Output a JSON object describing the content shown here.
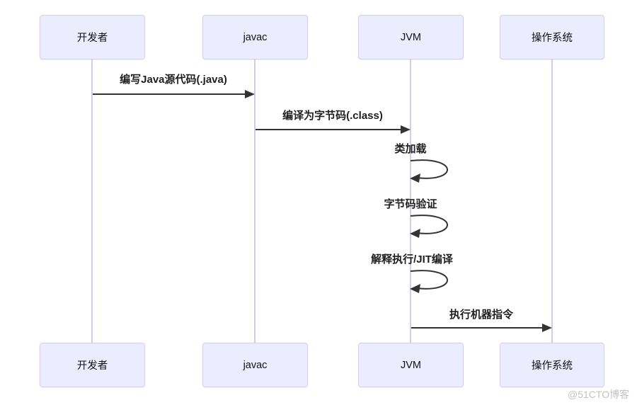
{
  "diagram": {
    "type": "sequence-diagram",
    "participants": [
      {
        "id": "developer",
        "name": "开发者"
      },
      {
        "id": "javac",
        "name": "javac"
      },
      {
        "id": "jvm",
        "name": "JVM"
      },
      {
        "id": "os",
        "name": "操作系统"
      }
    ],
    "messages": [
      {
        "from": "开发者",
        "to": "javac",
        "label": "编写Java源代码(.java)",
        "self": false
      },
      {
        "from": "javac",
        "to": "JVM",
        "label": "编译为字节码(.class)",
        "self": false
      },
      {
        "from": "JVM",
        "to": "JVM",
        "label": "类加载",
        "self": true
      },
      {
        "from": "JVM",
        "to": "JVM",
        "label": "字节码验证",
        "self": true
      },
      {
        "from": "JVM",
        "to": "JVM",
        "label": "解释执行/JIT编译",
        "self": true
      },
      {
        "from": "JVM",
        "to": "操作系统",
        "label": "执行机器指令",
        "self": false
      }
    ],
    "colors": {
      "actor_fill": "#ECECFF",
      "actor_border": "#D5CCEE",
      "lifeline": "#D4CCEC",
      "arrow": "#333333",
      "label_text": "#1f1f1f",
      "watermark_text": "#c2c2c2",
      "background": "#ffffff"
    },
    "watermark": "@51CTO博客"
  }
}
